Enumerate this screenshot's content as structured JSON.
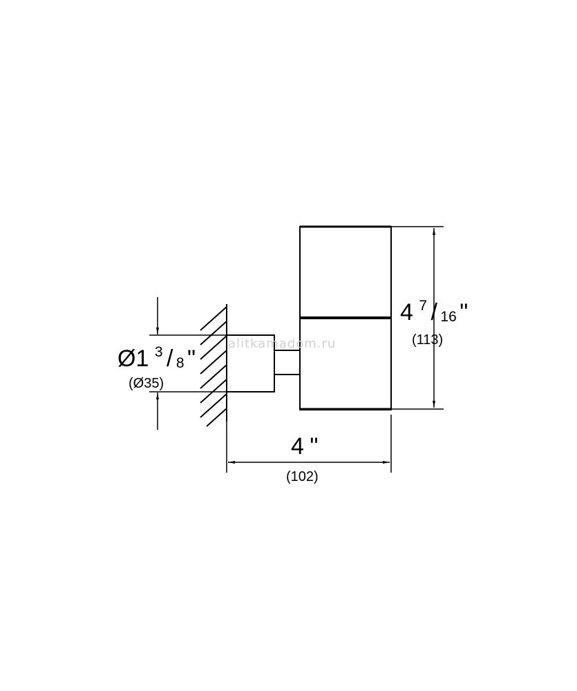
{
  "dimensions": {
    "height": {
      "whole": "4",
      "num": "7",
      "den": "16",
      "unit": "\"",
      "metric": "(113)"
    },
    "width": {
      "value": "4",
      "unit": "\"",
      "metric": "(102)"
    },
    "diameter": {
      "symbol": "Ø",
      "whole": "1",
      "num": "3",
      "den": "8",
      "unit": "\"",
      "metric": "(Ø35)"
    }
  },
  "watermark": "alitkamadom.ru",
  "colors": {
    "line": "#000000",
    "background": "#ffffff",
    "watermark": "#d0d0d0"
  }
}
